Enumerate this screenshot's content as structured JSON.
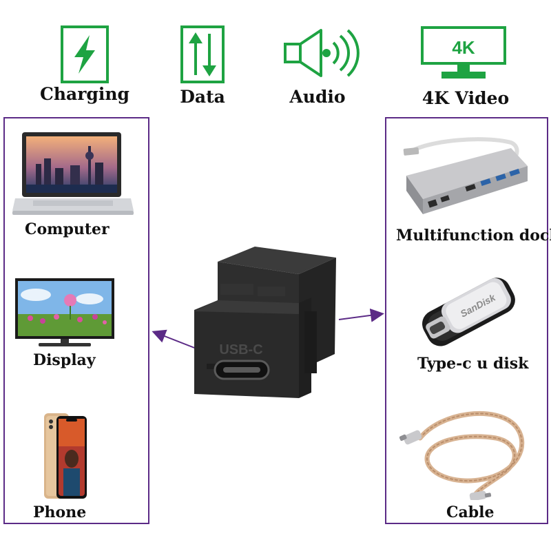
{
  "features": [
    {
      "label": "Charging",
      "icon": "charging-icon"
    },
    {
      "label": "Data",
      "icon": "data-transfer-icon"
    },
    {
      "label": "Audio",
      "icon": "speaker-icon"
    },
    {
      "label": "4K Video",
      "icon": "monitor-icon",
      "icon_text": "4K"
    }
  ],
  "left_panel": {
    "devices": [
      {
        "label": "Computer",
        "icon": "laptop-image"
      },
      {
        "label": "Display",
        "icon": "tv-image"
      },
      {
        "label": "Phone",
        "icon": "phone-image"
      }
    ]
  },
  "right_panel": {
    "devices": [
      {
        "label": "Multifunction dock",
        "icon": "dock-image"
      },
      {
        "label": "Type-c u disk",
        "icon": "usb-drive-image"
      },
      {
        "label": "Cable",
        "icon": "cable-image"
      }
    ]
  },
  "product": {
    "port_text": "USB-C",
    "drive_brand": "SanDisk"
  },
  "colors": {
    "icon_green": "#1ea342",
    "panel_border": "#5b2a86",
    "arrow": "#5b2a86"
  }
}
